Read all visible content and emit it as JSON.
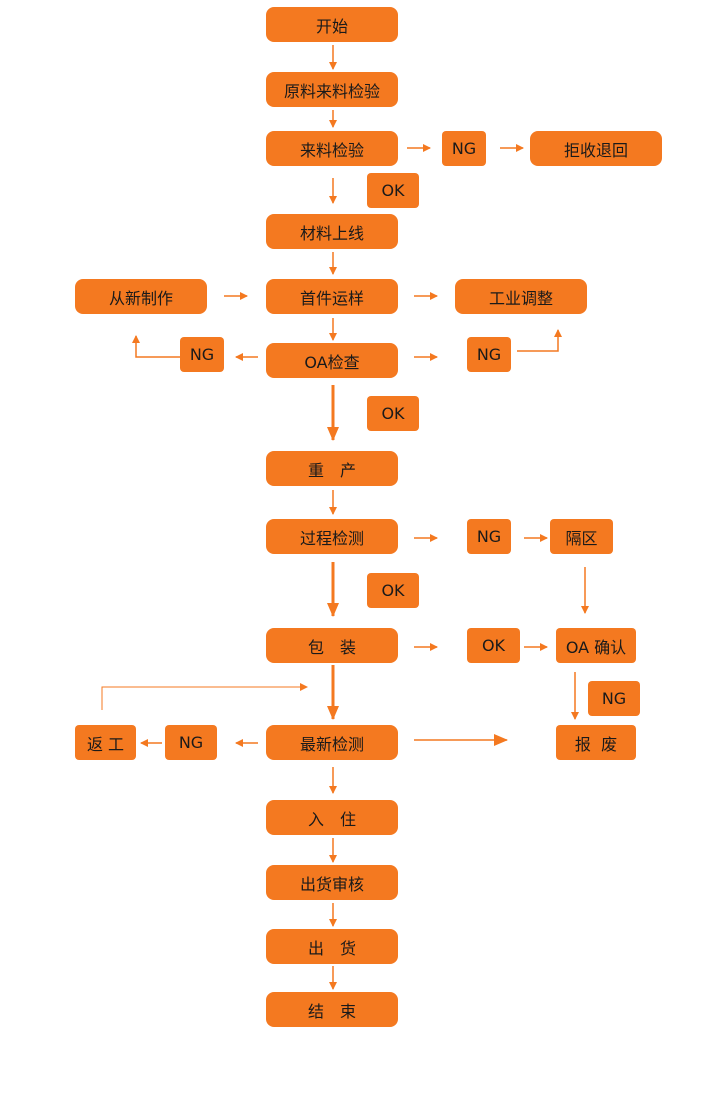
{
  "nodes": {
    "start": "开始",
    "raw_material_inspection": "原料来料检验",
    "incoming_inspection": "来料检验",
    "incoming_ng": "NG",
    "reject_return": "拒收退回",
    "incoming_ok": "OK",
    "material_online": "材料上线",
    "remake": "从新制作",
    "first_article": "首件运样",
    "process_adjust": "工业调整",
    "oa_ng_left": "NG",
    "oa_check": "OA检查",
    "oa_ng_right": "NG",
    "oa_ok": "OK",
    "mass_production": "重　产",
    "process_inspection": "过程检测",
    "process_ng": "NG",
    "isolation": "隔区",
    "process_ok": "OK",
    "packaging": "包　装",
    "packaging_ok": "OK",
    "oa_confirm": "OA 确认",
    "confirm_ng": "NG",
    "scrap": "报  废",
    "rework": "返 工",
    "final_ng": "NG",
    "final_inspection": "最新检测",
    "warehousing": "入　住",
    "shipment_review": "出货审核",
    "shipment": "出　货",
    "end": "结　束"
  },
  "colors": {
    "node_fill": "#f47920",
    "arrow": "#f47920",
    "text": "#1a1a1a"
  }
}
